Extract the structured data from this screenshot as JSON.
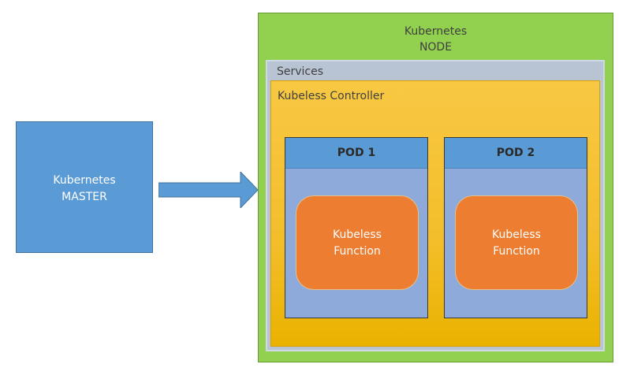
{
  "master": {
    "line1": "Kubernetes",
    "line2": "MASTER"
  },
  "node": {
    "line1": "Kubernetes",
    "line2": "NODE"
  },
  "services": {
    "label": "Services"
  },
  "controller": {
    "label": "Kubeless Controller"
  },
  "pods": [
    {
      "title": "POD 1",
      "function_line1": "Kubeless",
      "function_line2": "Function"
    },
    {
      "title": "POD 2",
      "function_line1": "Kubeless",
      "function_line2": "Function"
    }
  ],
  "colors": {
    "master_fill": "#5b9bd5",
    "node_fill": "#92d050",
    "services_fill": "#b8c4d4",
    "controller_fill": "#f3be2a",
    "pod_fill": "#8eaadb",
    "pod_header_fill": "#5b9bd5",
    "function_fill": "#ed7d31",
    "arrow_fill": "#5b9bd5"
  },
  "icons": {
    "connector": "right-arrow-icon"
  }
}
